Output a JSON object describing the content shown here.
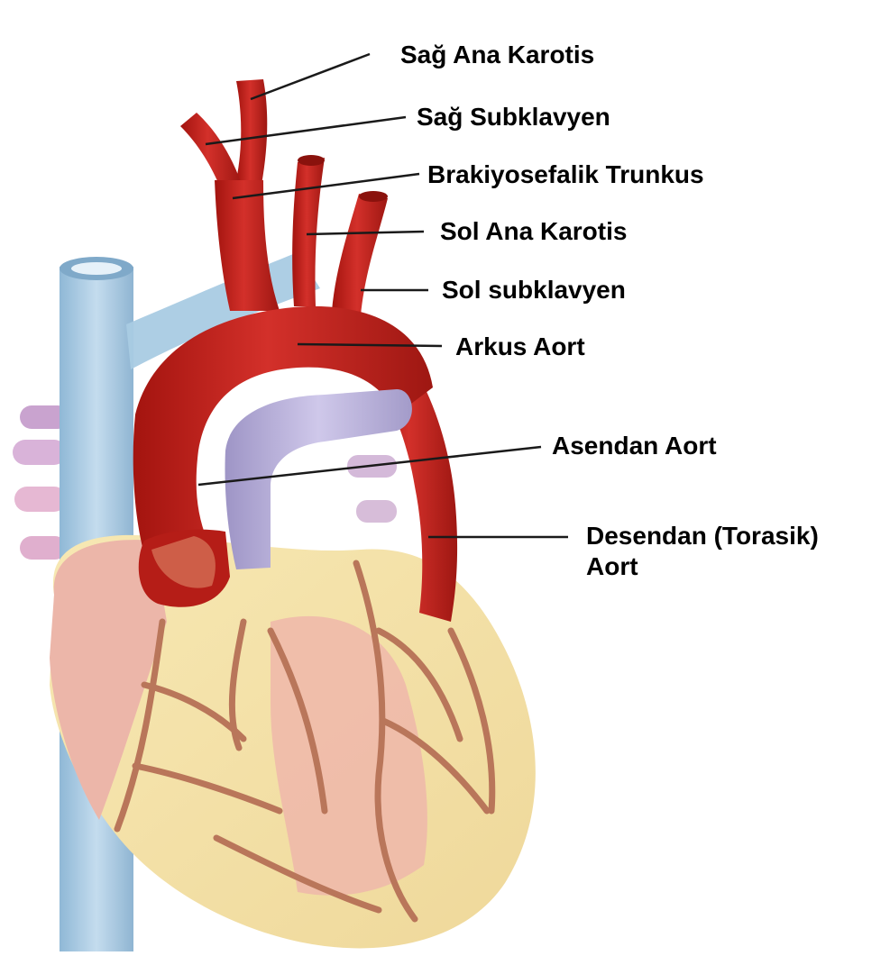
{
  "labels": {
    "sag_ana_karotis": "Sağ Ana Karotis",
    "sag_subklavyen": "Sağ Subklavyen",
    "brakiyosefalik_trunkus": "Brakiyosefalik Trunkus",
    "sol_ana_karotis": "Sol Ana Karotis",
    "sol_subklavyen": "Sol subklavyen",
    "arkus_aort": "Arkus Aort",
    "asendan_aort": "Asendan Aort",
    "desendan_aort_line1": "Desendan (Torasik)",
    "desendan_aort_line2": "Aort"
  },
  "colors": {
    "artery": "#c3221c",
    "artery_dark": "#9e1712",
    "vein": "#a9cbe3",
    "pulmonary": "#b7afd6",
    "heart_muscle": "#f4e2a6",
    "heart_pink": "#eeb3a7",
    "vessel_line": "#b9765a"
  }
}
